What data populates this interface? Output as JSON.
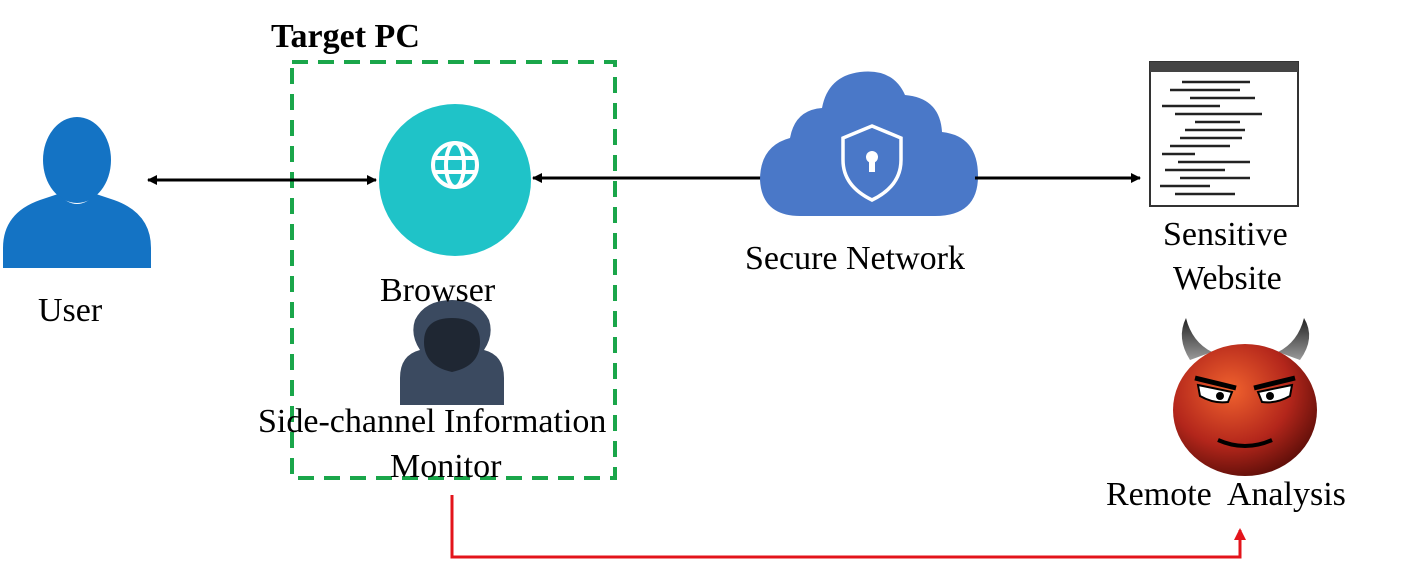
{
  "title": "Target PC",
  "nodes": {
    "user": {
      "label": "User"
    },
    "browser": {
      "label": "Browser"
    },
    "monitor": {
      "label_line1": "Side-channel Information",
      "label_line2": "Monitor"
    },
    "network": {
      "label": "Secure Network"
    },
    "website": {
      "label_line1": "Sensitive",
      "label_line2": "Website"
    },
    "analysis": {
      "label": "Remote  Analysis"
    }
  },
  "colors": {
    "target_box": "#1aa64a",
    "user_icon": "#1473c4",
    "browser_circle": "#1fc3c8",
    "cloud": "#4a78c8",
    "hacker": "#3b4a60",
    "leak_arrow": "#e3141b",
    "arrows": "#000000"
  },
  "icons": [
    "user-icon",
    "globe-icon",
    "cloud-shield-icon",
    "webpage-icon",
    "hacker-icon",
    "devil-icon"
  ]
}
